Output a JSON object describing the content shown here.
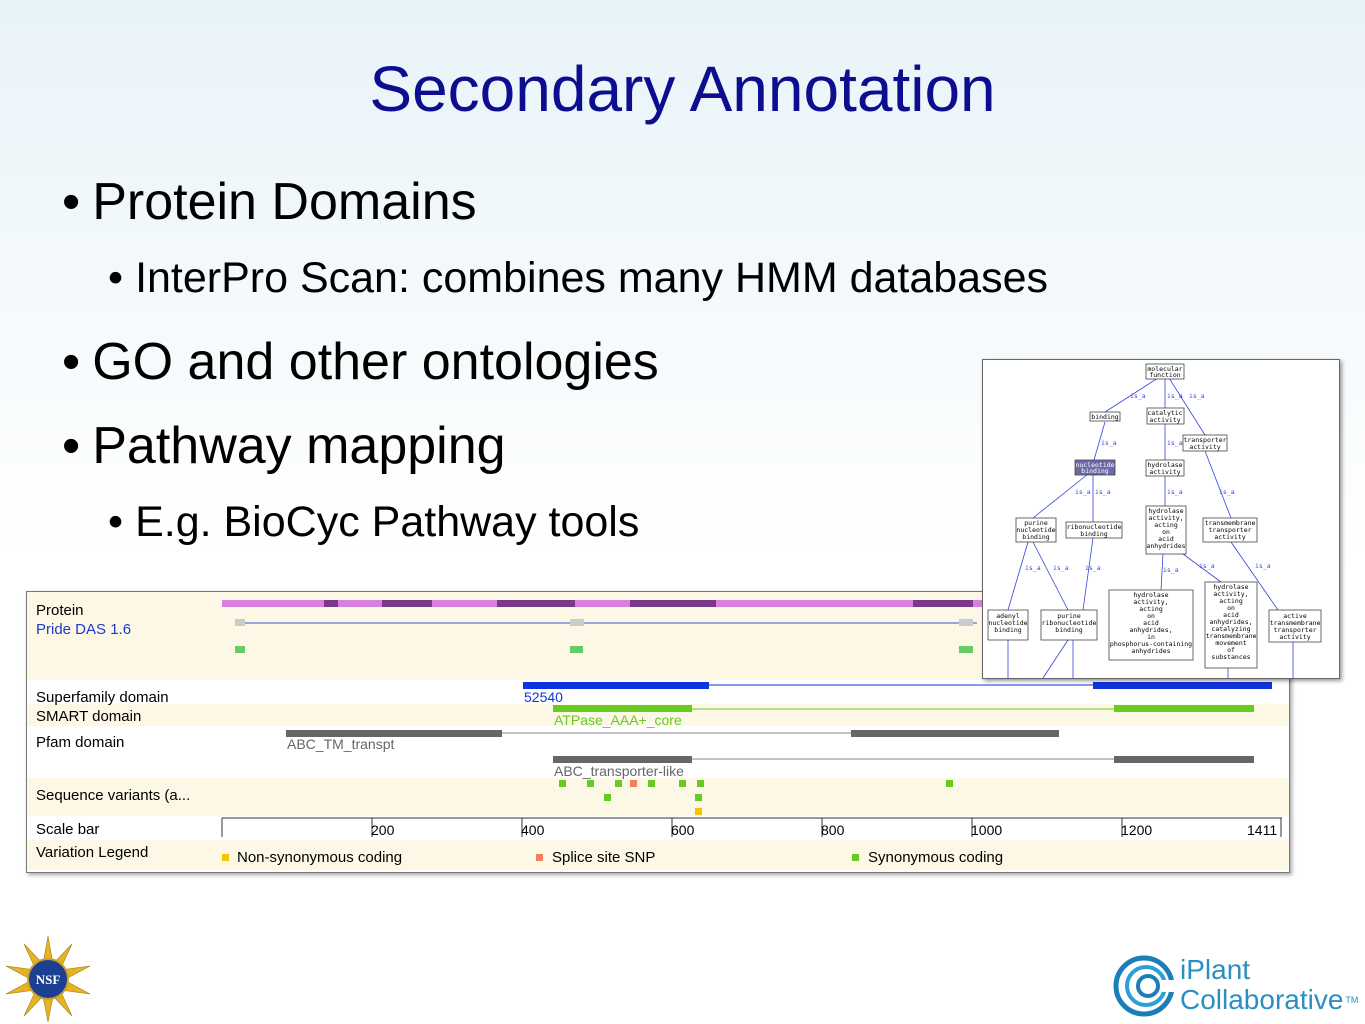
{
  "slide": {
    "title": "Secondary Annotation",
    "bullets": [
      {
        "text": "Protein Domains"
      },
      {
        "text": "InterPro Scan: combines many HMM databases"
      },
      {
        "text": "GO and other ontologies"
      },
      {
        "text": "Pathway mapping"
      },
      {
        "text": "E.g. BioCyc Pathway tools"
      }
    ],
    "bullet_char": "•"
  },
  "tracks": {
    "labels": {
      "protein": "Protein",
      "pride": "Pride DAS 1.6",
      "superfamily": "Superfamily domain",
      "smart": "SMART domain",
      "pfam": "Pfam domain",
      "variants": "Sequence variants (a...",
      "scale": "Scale bar",
      "legend": "Variation Legend"
    },
    "feature_labels": {
      "superfamily": "52540",
      "smart": "ATPase_AAA+_core",
      "pfam1": "ABC_TM_transpt",
      "pfam2": "ABC_transporter-like"
    },
    "scale_ticks": [
      "200",
      "400",
      "600",
      "800",
      "1000",
      "1200",
      "1411"
    ],
    "legend": {
      "non_syn": "Non-synonymous coding",
      "splice": "Splice site SNP",
      "syn": "Synonymous coding"
    },
    "colors": {
      "protein_light": "#d97fe0",
      "protein_dark": "#7a3a8a",
      "superfamily": "#1133dd",
      "smart": "#66cc22",
      "pfam": "#666666",
      "non_syn": "#f5c400",
      "splice": "#f08060",
      "syn": "#66cc22",
      "row_bg": "#fdf8e6"
    }
  },
  "go_graph": {
    "nodes": {
      "mf": "molecular function",
      "binding": "binding",
      "catalytic": "catalytic activity",
      "transporter": "transporter activity",
      "nucleotide": "nucleotide binding",
      "hydrolase": "hydrolase activity",
      "purine": "purine nucleotide binding",
      "ribo": "ribonucleotide binding",
      "hydrolase_acid": "hydrolase activity, acting on acid anhydrides",
      "transmembrane": "transmembrane transporter activity",
      "adenyl": "adenyl nucleotide binding",
      "purine_ribo": "purine ribonucleotide binding",
      "hydrolase_phos": "hydrolase activity, acting on acid anhydrides, in phosphorus-containing anhydrides",
      "hydrolase_cat": "hydrolase activity, acting on acid anhydrides, catalyzing transmembrane movement of substances",
      "active": "active transmembrane transporter activity"
    },
    "edge_label": "is_a"
  },
  "logos": {
    "nsf": "NSF",
    "iplant_line1": "iPlant",
    "iplant_line2": "Collaborative",
    "tm": "TM"
  }
}
